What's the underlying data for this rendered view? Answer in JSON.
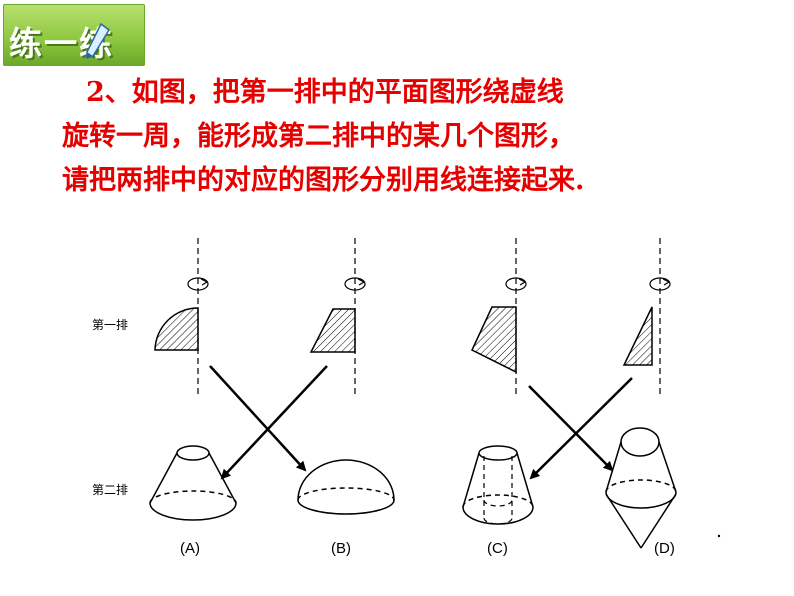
{
  "badge": {
    "text": "练一练"
  },
  "problem": {
    "lines": [
      "2、如图，把第一排中的平面图形绕虚线",
      "旋转一周，能形成第二排中的某几个图形，",
      "请把两排中的对应的图形分别用线连接起来."
    ]
  },
  "rows": {
    "first": "第一排",
    "second": "第二排"
  },
  "figures": {
    "a": "(A)",
    "b": "(B)",
    "c": "(C)",
    "d": "(D)"
  },
  "colors": {
    "problem_text": "#e60000",
    "badge_green": "#8cc63e"
  },
  "icons": {
    "badge": "pen-icon",
    "rotation": "rotation-arrow-icon"
  }
}
